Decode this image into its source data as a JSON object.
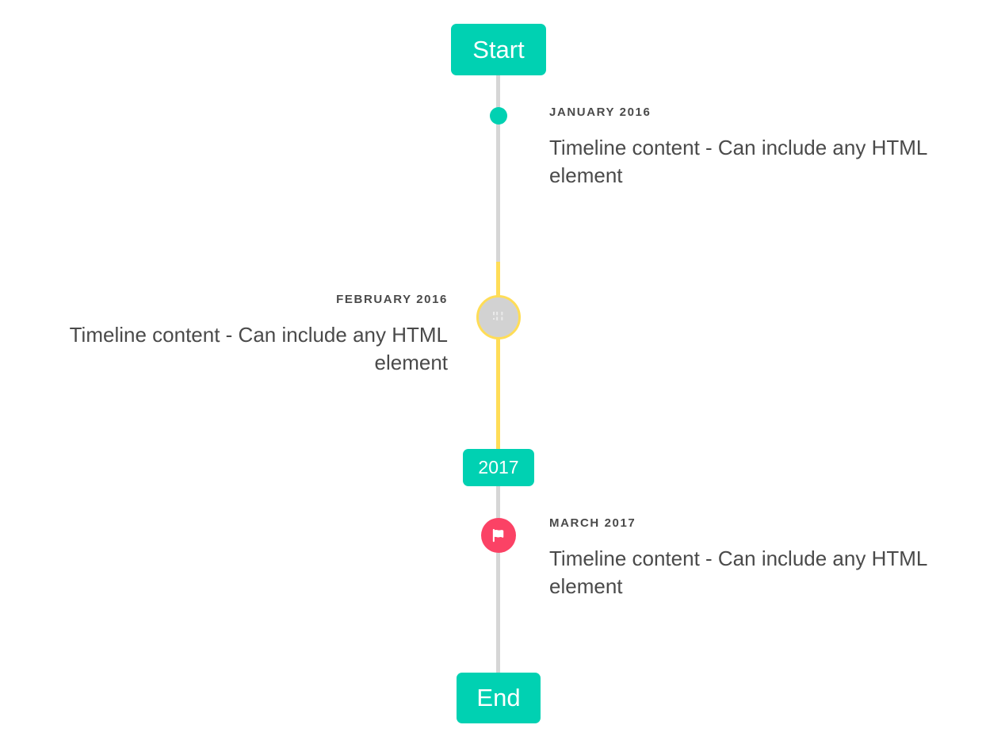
{
  "timeline": {
    "start_label": "Start",
    "middle_label": "2017",
    "end_label": "End",
    "colors": {
      "accent_teal": "#00d1b2",
      "rail_grey": "#d6d6d6",
      "rail_yellow": "#ffdd57",
      "marker_pink": "#fb4265",
      "marker_grey": "#d2d2d2",
      "text": "#4a4a4a"
    },
    "entries": [
      {
        "date": "JANUARY 2016",
        "body": "Timeline content - Can include any HTML element",
        "side": "right",
        "marker": "dot-icon"
      },
      {
        "date": "FEBRUARY 2016",
        "body": "Timeline content - Can include any HTML element",
        "side": "left",
        "marker": "broken-image-icon"
      },
      {
        "date": "MARCH 2017",
        "body": "Timeline content - Can include any HTML element",
        "side": "right",
        "marker": "flag-icon"
      }
    ]
  }
}
